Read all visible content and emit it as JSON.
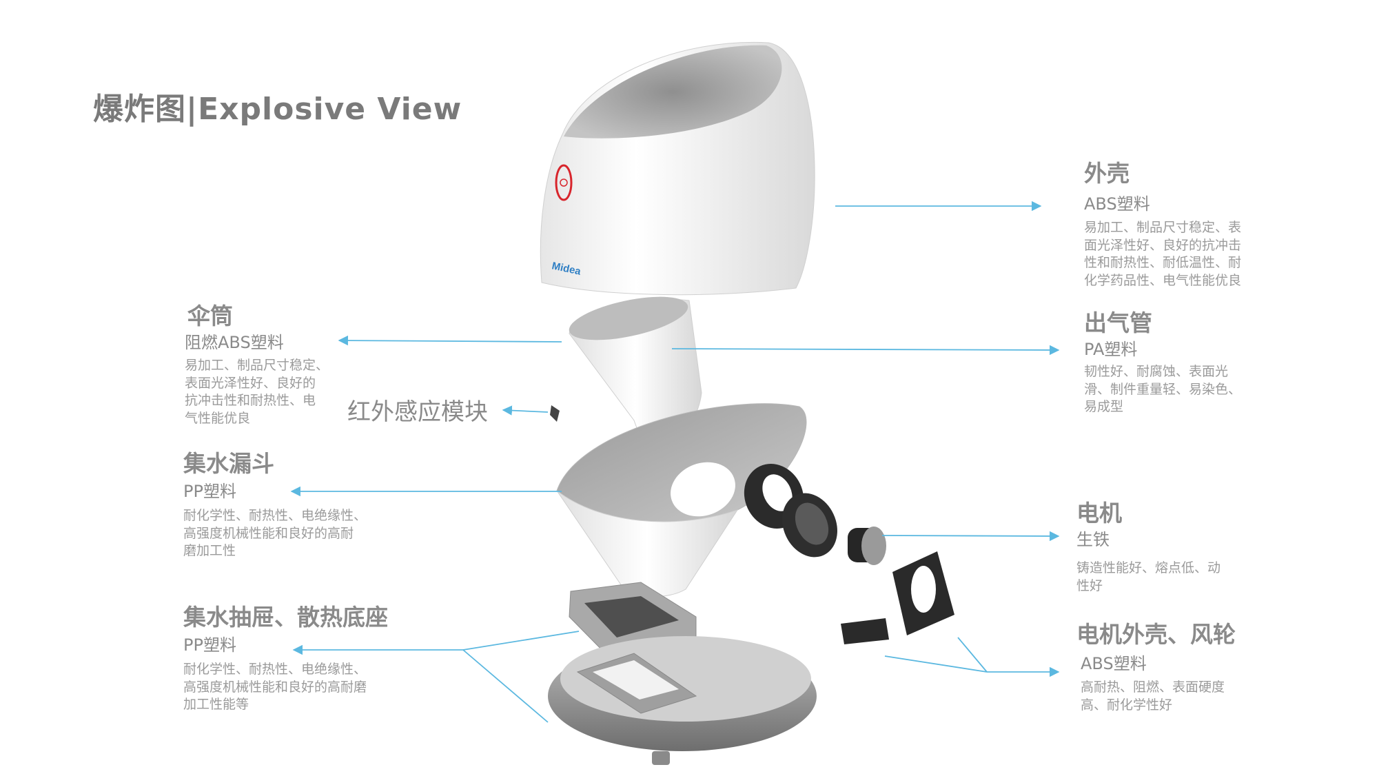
{
  "header": {
    "title": "爆炸图|Explosive View"
  },
  "product": {
    "brand": "Midea"
  },
  "colors": {
    "leader_line": "#5bb8e0",
    "text": "#8a8a8a"
  },
  "components": {
    "shell": {
      "title": "外壳",
      "material": "ABS塑料",
      "desc": [
        "易加工、制品尺寸稳定、表",
        "面光泽性好、良好的抗冲击",
        "性和耐热性、耐低温性、耐",
        "化学药品性、电气性能优良"
      ]
    },
    "umbrella": {
      "title": "伞筒",
      "material": "阻燃ABS塑料",
      "desc": [
        "易加工、制品尺寸稳定、",
        "表面光泽性好、良好的",
        "抗冲击性和耐热性、电",
        "气性能优良"
      ]
    },
    "outlet_pipe": {
      "title": "出气管",
      "material": "PA塑料",
      "desc": [
        "韧性好、耐腐蚀、表面光",
        "滑、制件重量轻、易染色、",
        "易成型"
      ]
    },
    "ir_module": {
      "title": "红外感应模块"
    },
    "funnel": {
      "title": "集水漏斗",
      "material": "PP塑料",
      "desc": [
        "耐化学性、耐热性、电绝缘性、",
        "高强度机械性能和良好的高耐",
        "磨加工性"
      ]
    },
    "motor": {
      "title": "电机",
      "material": "生铁",
      "desc": [
        "铸造性能好、熔点低、动",
        "性好"
      ]
    },
    "drawer_base": {
      "title": "集水抽屉、散热底座",
      "material": "PP塑料",
      "desc": [
        "耐化学性、耐热性、电绝缘性、",
        "高强度机械性能和良好的高耐磨",
        "加工性能等"
      ]
    },
    "motor_housing_fan": {
      "title": "电机外壳、风轮",
      "material": "ABS塑料",
      "desc": [
        "高耐热、阻燃、表面硬度",
        "高、耐化学性好"
      ]
    }
  }
}
